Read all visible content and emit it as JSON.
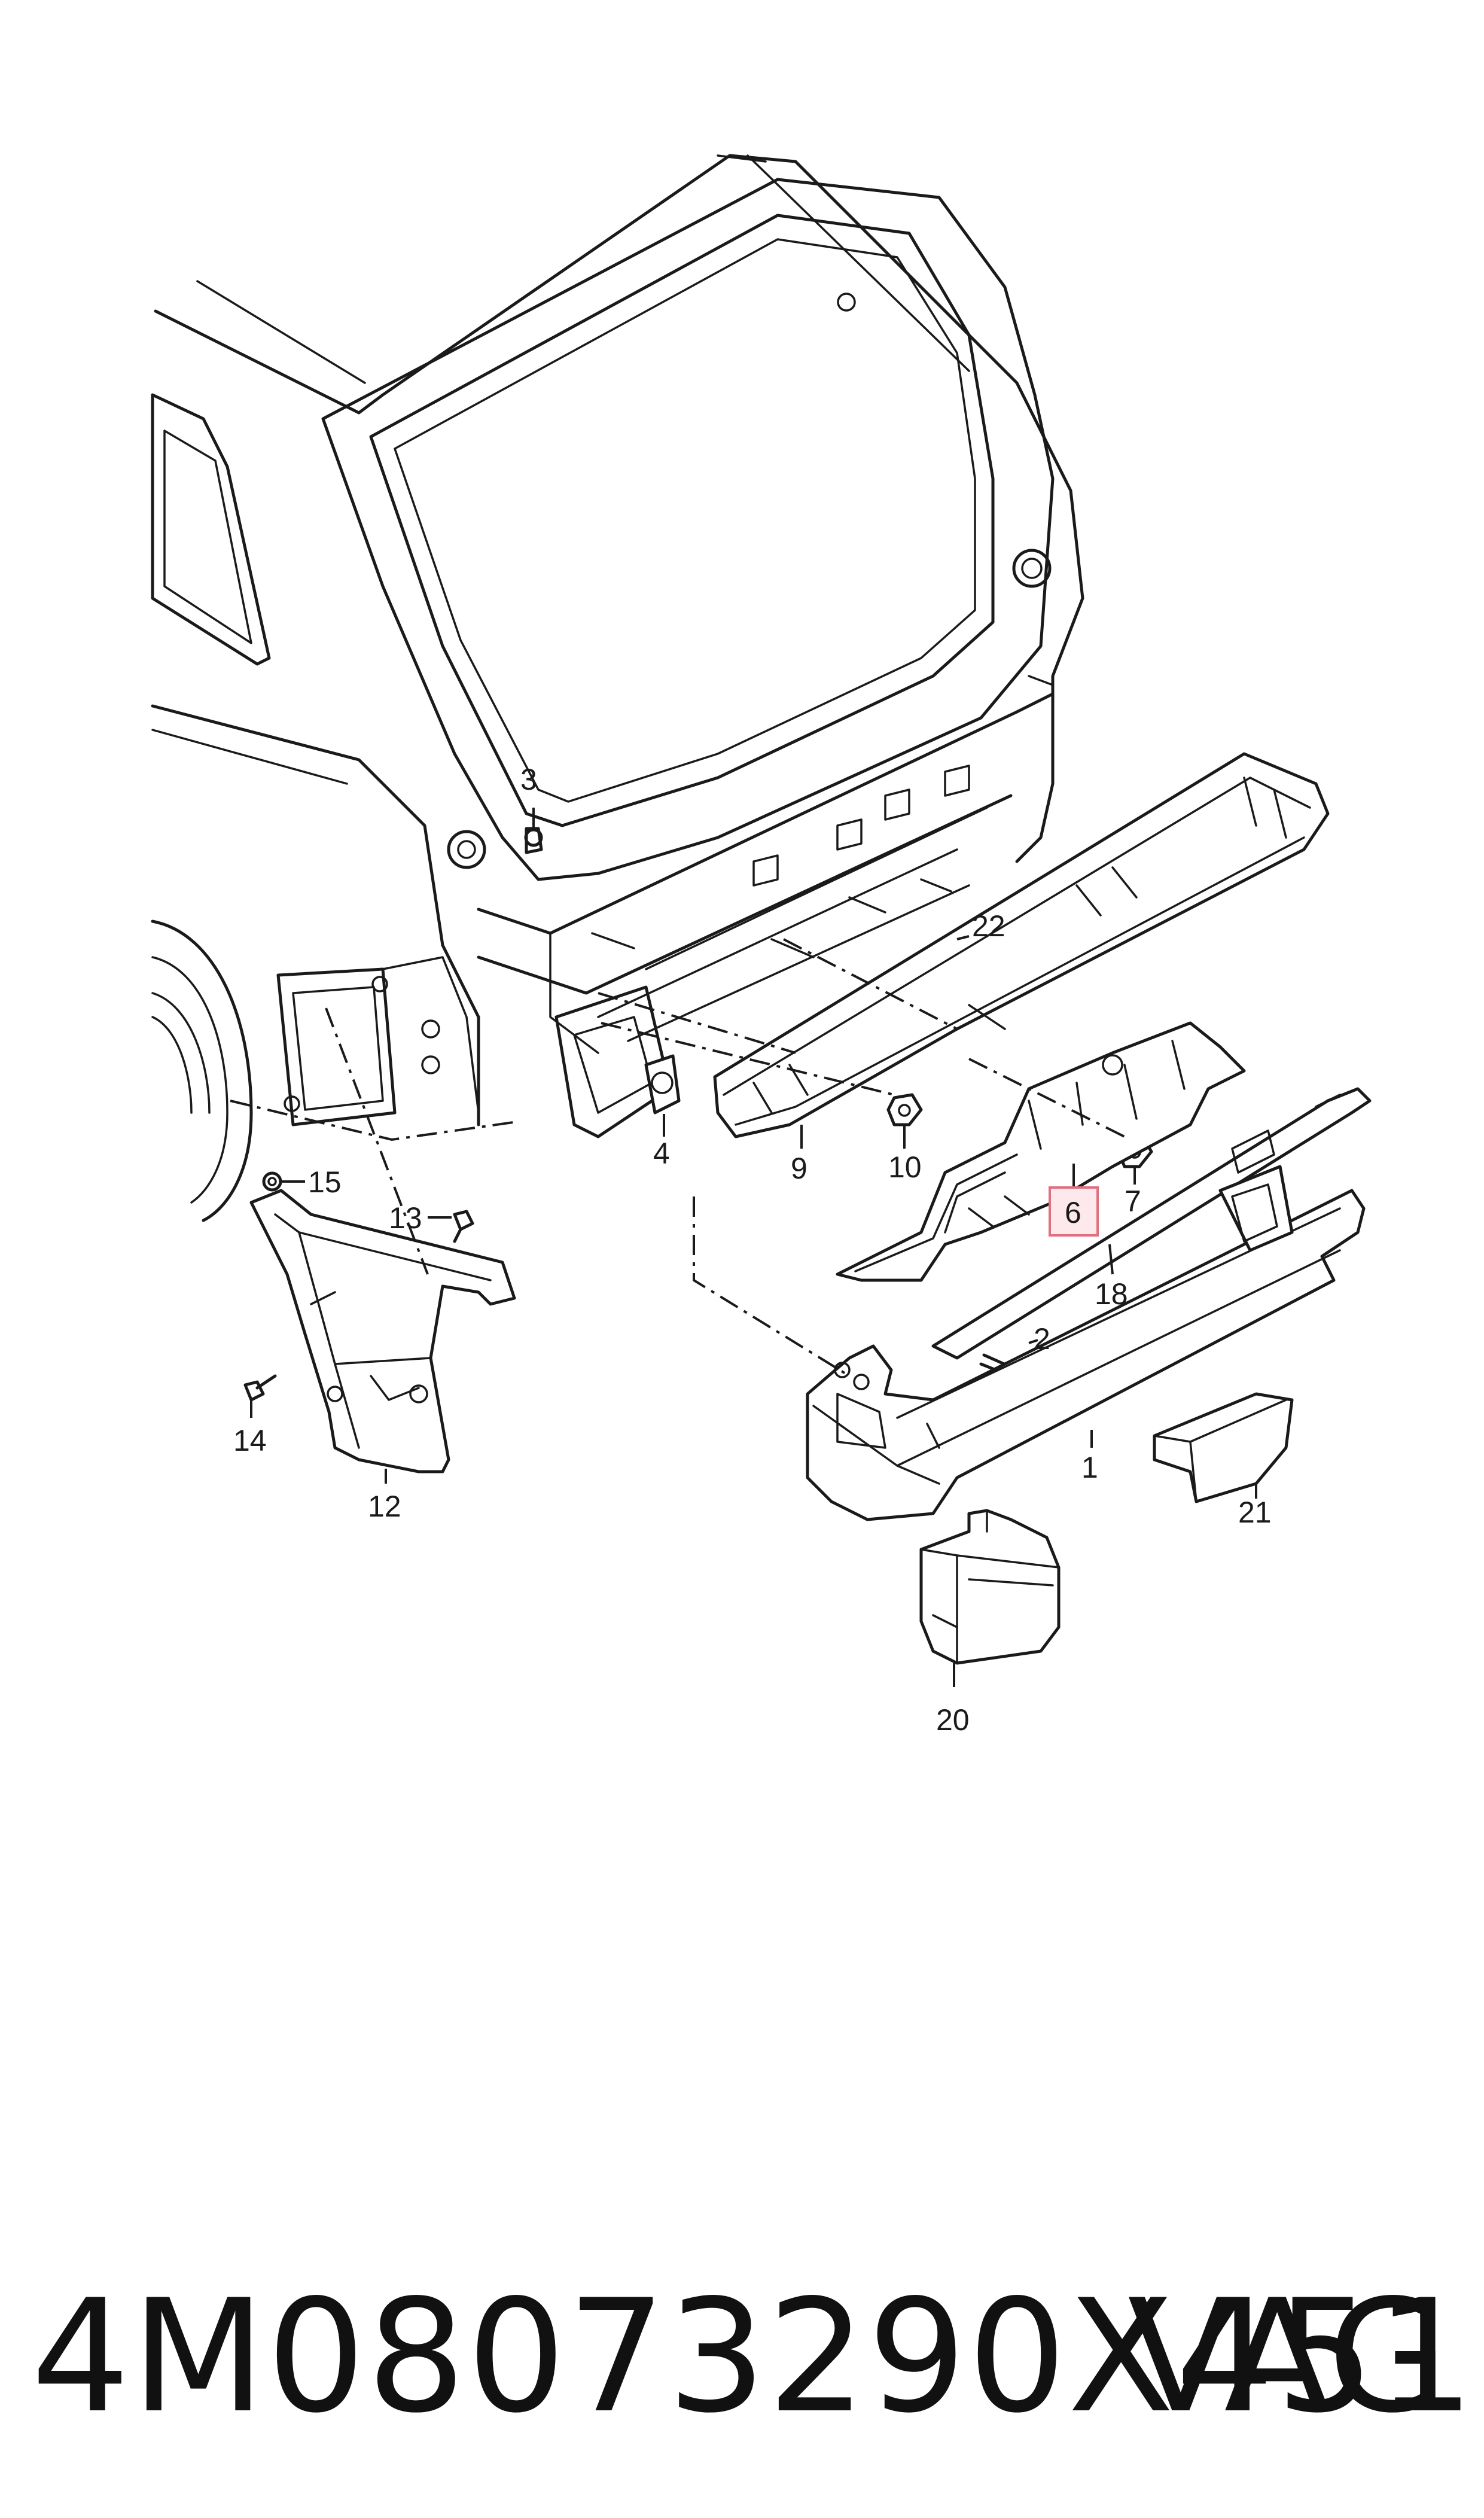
{
  "diagram": {
    "callouts": [
      {
        "id": "1",
        "label": "1"
      },
      {
        "id": "2",
        "label": "2"
      },
      {
        "id": "3",
        "label": "3"
      },
      {
        "id": "4",
        "label": "4"
      },
      {
        "id": "6",
        "label": "6",
        "highlighted": true
      },
      {
        "id": "7",
        "label": "7"
      },
      {
        "id": "9",
        "label": "9"
      },
      {
        "id": "10",
        "label": "10"
      },
      {
        "id": "12",
        "label": "12"
      },
      {
        "id": "13",
        "label": "13"
      },
      {
        "id": "14",
        "label": "14"
      },
      {
        "id": "15",
        "label": "15"
      },
      {
        "id": "18",
        "label": "18"
      },
      {
        "id": "20",
        "label": "20"
      },
      {
        "id": "21",
        "label": "21"
      },
      {
        "id": "22",
        "label": "22"
      }
    ],
    "highlight_color": "#e07080"
  },
  "footer": {
    "part_number": "4M08073290X451",
    "brand": "VAG"
  }
}
